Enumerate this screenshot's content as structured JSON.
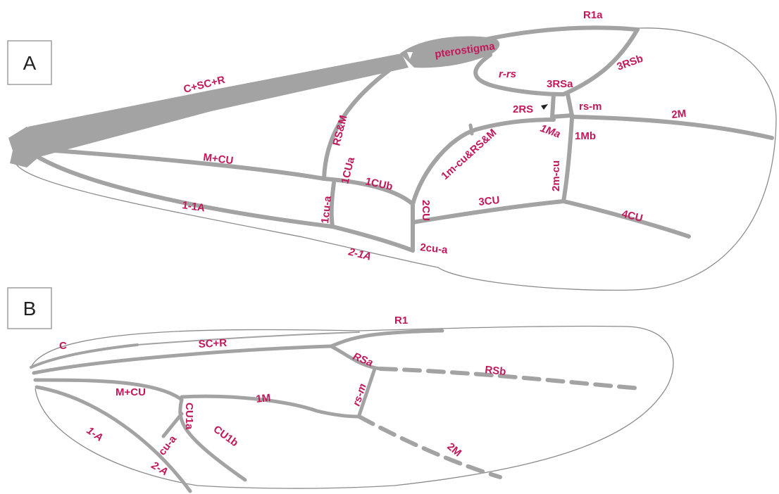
{
  "panels": [
    {
      "id": "A",
      "label": "A"
    },
    {
      "id": "B",
      "label": "B"
    }
  ],
  "wing_a": {
    "labels": {
      "r1a": "R1a",
      "pterostigma": "pterostigma",
      "c_sc_r": "C+SC+R",
      "r_rs": "r-rs",
      "rs3b": "3RSb",
      "rs3a": "3RSa",
      "rs_m": "rs-m",
      "rs2": "2RS",
      "m2": "2M",
      "rs_and_m": "RS&M",
      "m_cu": "M+CU",
      "cu1a": "1CUa",
      "cu1b": "1CUb",
      "m1cu_rs_m": "1m-cu&RS&M",
      "ma1": "1Ma",
      "mb1": "1Mb",
      "m_cu2": "2m-cu",
      "cu2": "2CU",
      "cu3": "3CU",
      "cu4": "4CU",
      "cu_a1": "1cu-a",
      "a11": "1-1A",
      "a21": "2-1A",
      "cu_a2": "2cu-a"
    }
  },
  "wing_b": {
    "labels": {
      "r1": "R1",
      "c": "C",
      "sc_r": "SC+R",
      "rsa": "RSa",
      "rsb": "RSb",
      "m_cu": "M+CU",
      "m1": "1M",
      "rs_m": "rs-m",
      "a1": "1-A",
      "cu_a": "cu-a",
      "cu1a": "CU1a",
      "cu1b": "CU1b",
      "m2": "2M",
      "a2": "2-A"
    }
  }
}
